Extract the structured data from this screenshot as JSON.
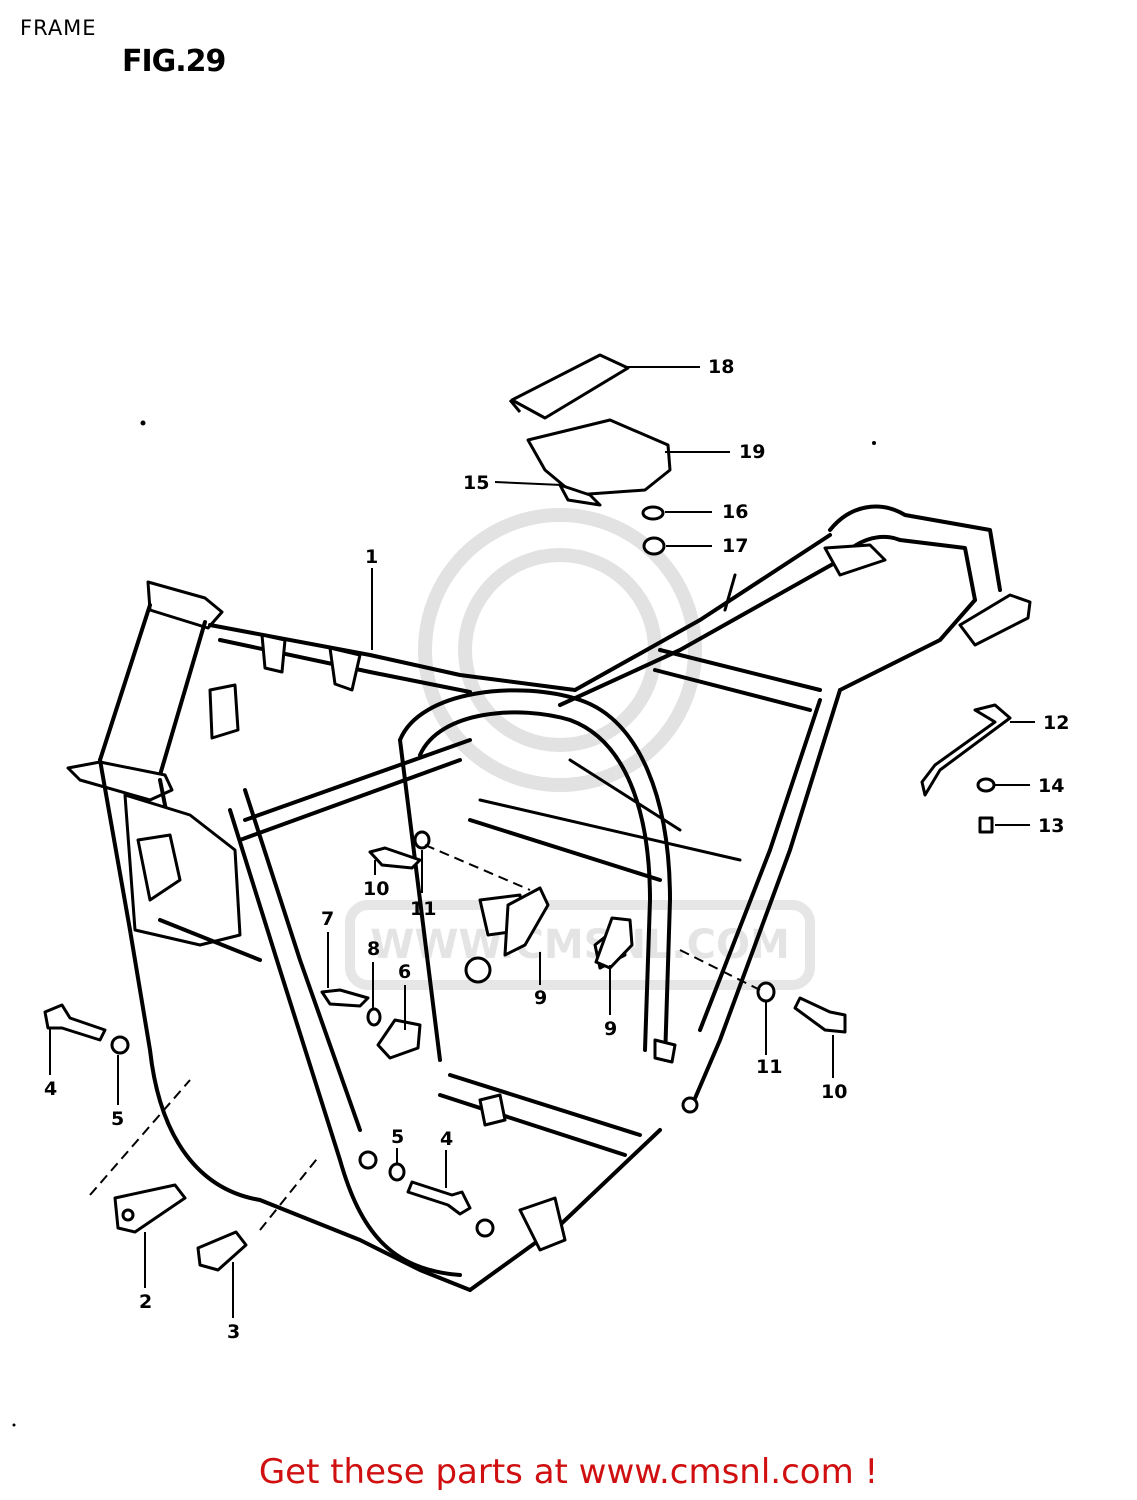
{
  "header": {
    "title": "FRAME",
    "figure": "FIG.29"
  },
  "watermark": {
    "text": "WWW.CMSNL.COM"
  },
  "callouts": {
    "c1": "1",
    "c2": "2",
    "c3": "3",
    "c4a": "4",
    "c4b": "4",
    "c5a": "5",
    "c5b": "5",
    "c6": "6",
    "c7": "7",
    "c8": "8",
    "c9a": "9",
    "c9b": "9",
    "c10a": "10",
    "c10b": "10",
    "c11a": "11",
    "c11b": "11",
    "c12": "12",
    "c13": "13",
    "c14": "14",
    "c15": "15",
    "c16": "16",
    "c17": "17",
    "c18": "18",
    "c19": "19"
  },
  "footer": {
    "text": "Get these parts at www.cmsnl.com !",
    "color": "#d01010"
  }
}
